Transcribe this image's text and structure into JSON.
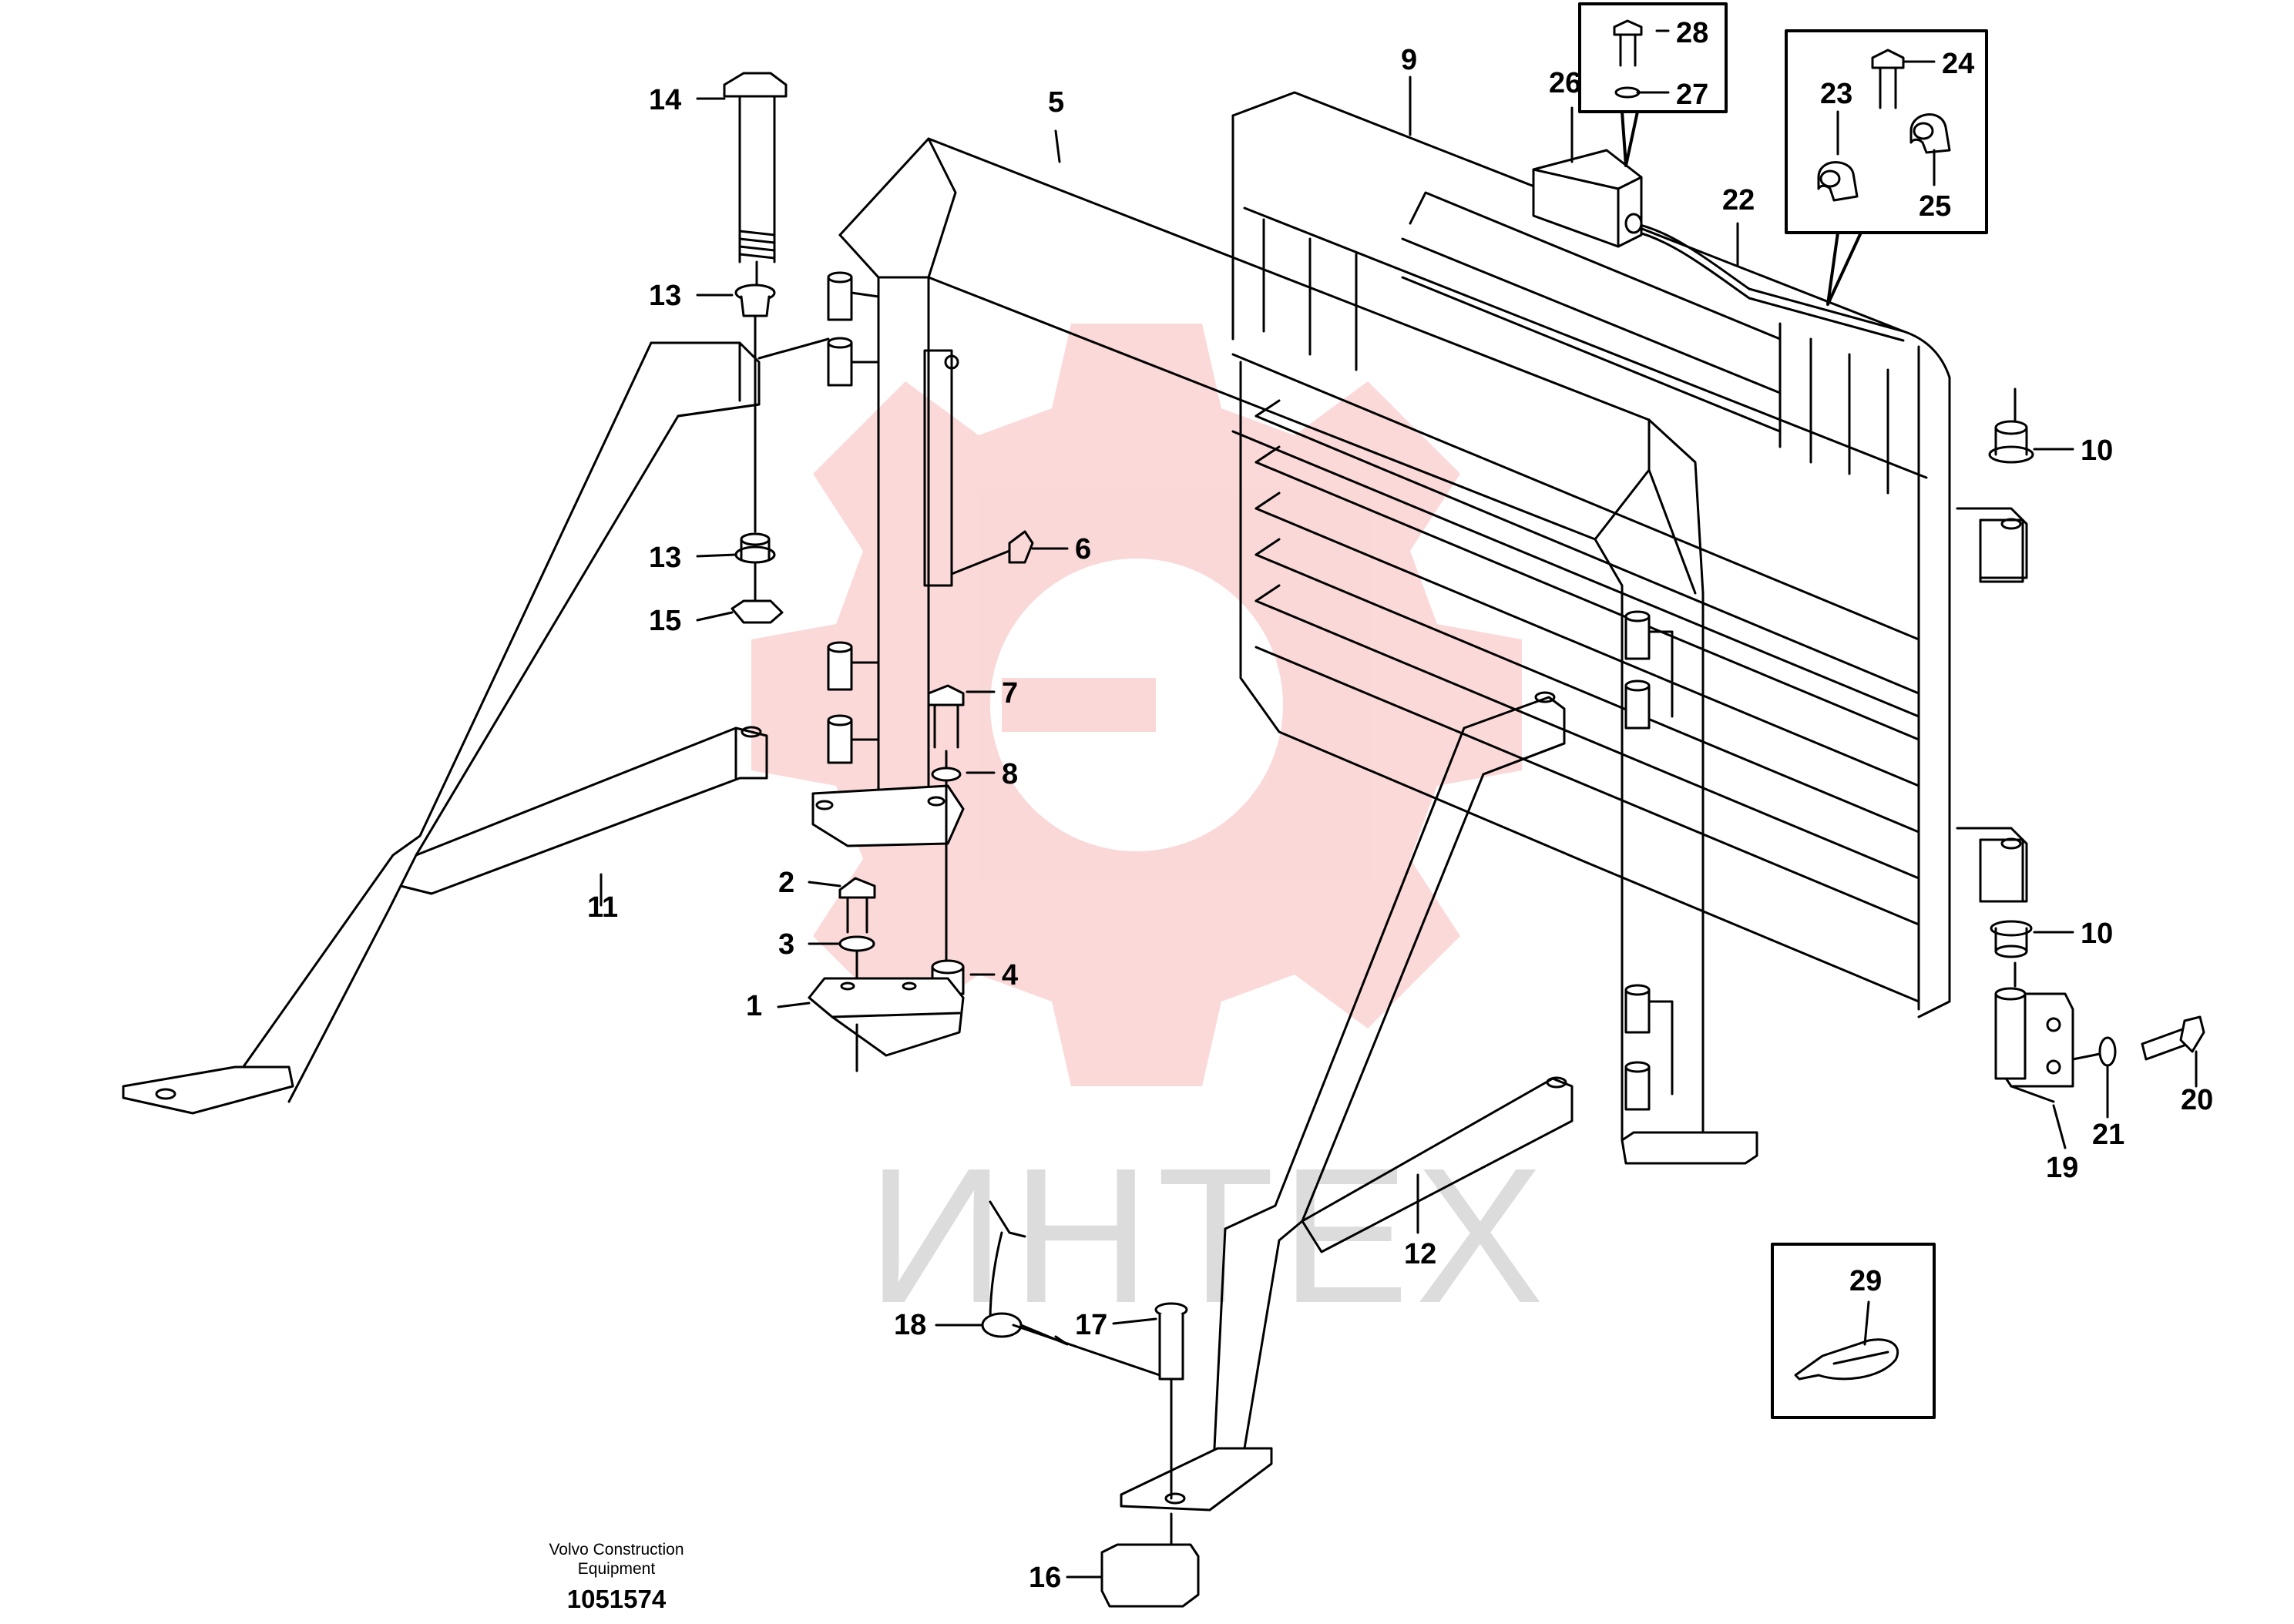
{
  "colors": {
    "line": "#000000",
    "watermark_gear": "#fad2d2",
    "watermark_text": "#dcdcdc",
    "background": "#ffffff"
  },
  "watermark": {
    "text": "ИНТЕХ"
  },
  "caption": {
    "line1": "Volvo Construction",
    "line2": "Equipment"
  },
  "document_number": "1051574",
  "callouts": {
    "p1": "1",
    "p2": "2",
    "p3": "3",
    "p4": "4",
    "p5": "5",
    "p6": "6",
    "p7": "7",
    "p8": "8",
    "p9": "9",
    "p10a": "10",
    "p10b": "10",
    "p11": "11",
    "p12": "12",
    "p13a": "13",
    "p13b": "13",
    "p14": "14",
    "p15": "15",
    "p16": "16",
    "p17": "17",
    "p18": "18",
    "p19": "19",
    "p20": "20",
    "p21": "21",
    "p22": "22",
    "p23": "23",
    "p24": "24",
    "p25": "25",
    "p26": "26",
    "p27": "27",
    "p28": "28",
    "p29": "29"
  },
  "icons": [
    "gear-watermark-icon",
    "bolt-icon",
    "washer-icon",
    "nut-icon",
    "clamp-icon",
    "cable-tie-icon",
    "lock-pin-icon",
    "chain-pin-icon"
  ]
}
